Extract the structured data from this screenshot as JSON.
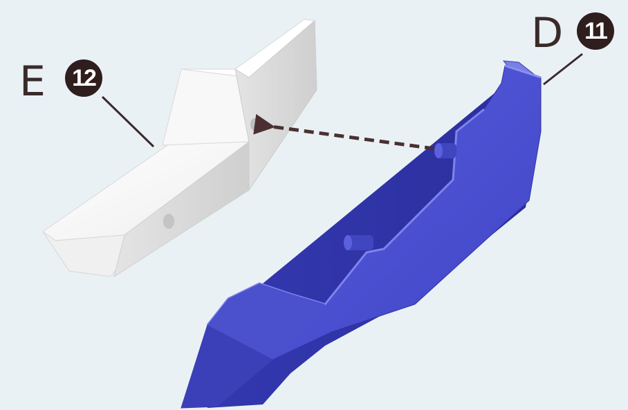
{
  "labels": {
    "part_e": {
      "letter": "E",
      "step": "12"
    },
    "part_d": {
      "letter": "D",
      "step": "11"
    }
  },
  "colors": {
    "background": "#e9f1f5",
    "part_d": "#4a4fd0",
    "part_e": "#f4f4f4",
    "badge": "#2f1e1e",
    "arrow": "#4a3030"
  }
}
